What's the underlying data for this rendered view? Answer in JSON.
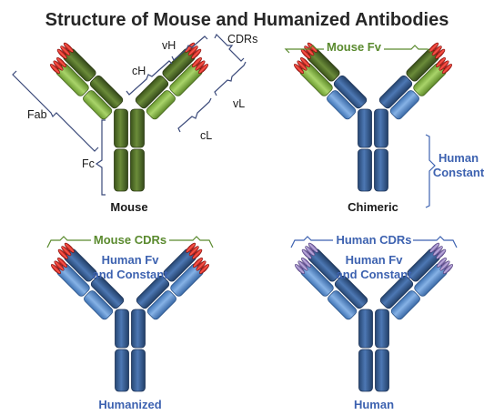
{
  "title": "Structure of Mouse and Humanized Antibodies",
  "colors": {
    "mouse_dark": "#4e6b27",
    "mouse_light": "#8cbf4a",
    "human_dark": "#35598f",
    "human_light": "#5c8fd0",
    "cdr_mouse": "#e0201b",
    "cdr_human": "#8e74b8",
    "label_blue": "#3d62b0",
    "label_green": "#5a8a2e"
  },
  "panels": {
    "mouse": {
      "name": "Mouse",
      "labels": {
        "fab": "Fab",
        "fc": "Fc",
        "ch": "cH",
        "vh": "vH",
        "cdrs": "CDRs",
        "vl": "vL",
        "cl": "cL"
      }
    },
    "chimeric": {
      "name": "Chimeric",
      "mouse_fv": "Mouse Fv",
      "human_constant_1": "Human",
      "human_constant_2": "Constant"
    },
    "humanized": {
      "name": "Humanized",
      "mouse_cdrs": "Mouse CDRs",
      "human_fv_1": "Human Fv",
      "human_fv_2": "and Constant"
    },
    "human": {
      "name": "Human",
      "human_cdrs": "Human CDRs",
      "human_fv_1": "Human Fv",
      "human_fv_2": "and Constant"
    }
  }
}
